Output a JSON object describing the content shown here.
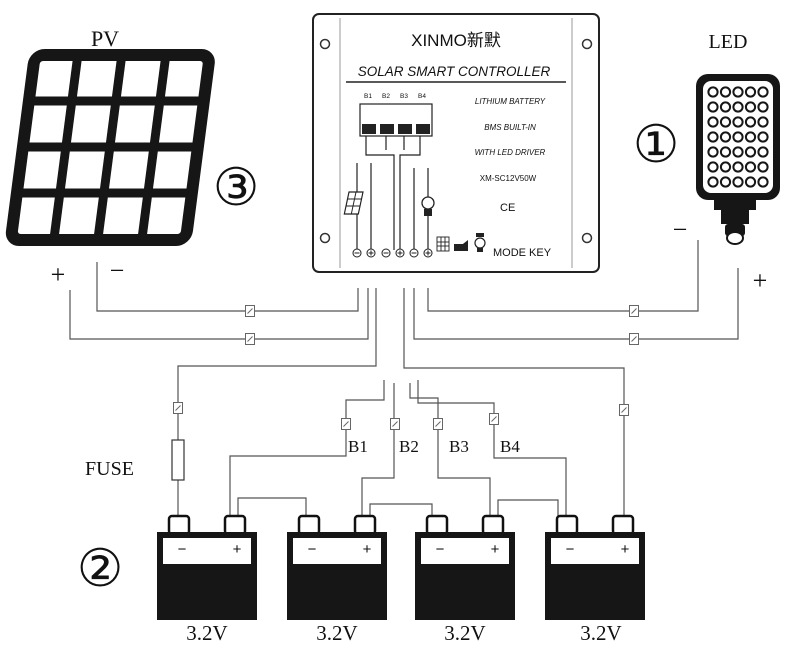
{
  "labels": {
    "pv": "PV",
    "led": "LED",
    "fuse": "FUSE",
    "circled_1": "①",
    "circled_2": "②",
    "circled_3": "③",
    "pv_plus": "+",
    "pv_minus": "−",
    "led_plus": "+",
    "led_minus": "−",
    "b1": "B1",
    "b2": "B2",
    "b3": "B3",
    "b4": "B4"
  },
  "controller": {
    "brand": "XINMO新默",
    "title": "SOLAR SMART CONTROLLER",
    "features": [
      "LITHIUM BATTERY",
      "BMS BUILT-IN",
      "WITH LED DRIVER",
      "XM-SC12V50W"
    ],
    "ce_mark": "CE",
    "mode_key": "MODE KEY",
    "balance_ports": [
      "B1",
      "B2",
      "B3",
      "B4"
    ]
  },
  "batteries": [
    {
      "voltage": "3.2V",
      "minus": "−",
      "plus": "+"
    },
    {
      "voltage": "3.2V",
      "minus": "−",
      "plus": "+"
    },
    {
      "voltage": "3.2V",
      "minus": "−",
      "plus": "+"
    },
    {
      "voltage": "3.2V",
      "minus": "−",
      "plus": "+"
    }
  ],
  "colors": {
    "line": "#111111",
    "wire": "#555555",
    "panel_frame": "#1a1a1a"
  },
  "icons": [
    "solar-panel-icon",
    "battery-icon",
    "bulb-icon",
    "fuse-icon",
    "connector-icon",
    "led-lamp-icon"
  ]
}
